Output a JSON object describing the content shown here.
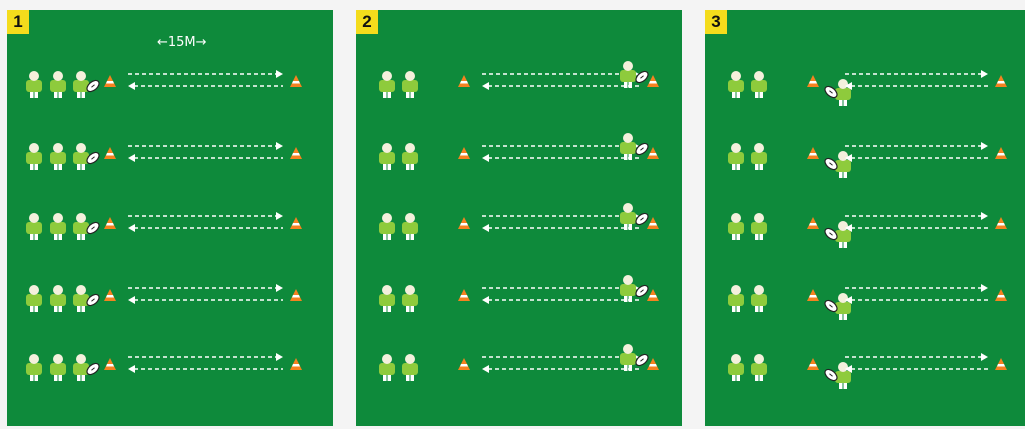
{
  "panels": [
    {
      "number": "1",
      "distance_label": "←15M→"
    },
    {
      "number": "2"
    },
    {
      "number": "3"
    }
  ],
  "colors": {
    "pitch": "#0e8a3b",
    "player_body": "#8ecb3c",
    "cone": "#f58220",
    "badge": "#f4dc1c",
    "background": "#f4f4f4"
  }
}
